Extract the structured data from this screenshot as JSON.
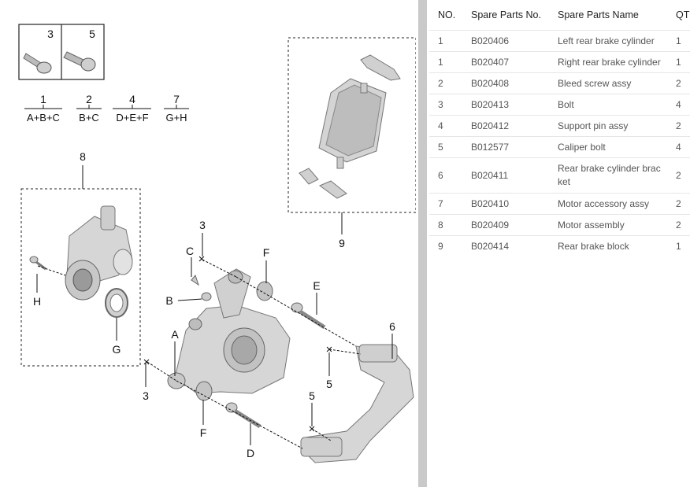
{
  "diagram": {
    "callouts": {
      "inset_3": "3",
      "inset_5": "5",
      "n1": "1",
      "n2": "2",
      "n4": "4",
      "n7": "7",
      "n8": "8",
      "n9": "9",
      "n6": "6",
      "c3a": "3",
      "c3b": "3",
      "c5a": "5",
      "c5b": "5",
      "A": "A",
      "B": "B",
      "C": "C",
      "D": "D",
      "E": "E",
      "Fa": "F",
      "Fb": "F",
      "G": "G",
      "H": "H"
    },
    "formulas": {
      "f1": "A+B+C",
      "f2": "B+C",
      "f4": "D+E+F",
      "f7": "G+H"
    },
    "colors": {
      "part_fill": "#d4d4d4",
      "part_stroke": "#7a7a7a",
      "line": "#111111"
    }
  },
  "parts_table": {
    "headers": [
      "NO.",
      "Spare Parts No.",
      "Spare Parts Name",
      "QTY"
    ],
    "rows": [
      {
        "no": "1",
        "part_no": "B020406",
        "name": "Left rear brake cylinder",
        "qty": "1"
      },
      {
        "no": "1",
        "part_no": "B020407",
        "name": "Right rear brake cylinder",
        "qty": "1"
      },
      {
        "no": "2",
        "part_no": "B020408",
        "name": "Bleed screw assy",
        "qty": "2"
      },
      {
        "no": "3",
        "part_no": "B020413",
        "name": "Bolt",
        "qty": "4"
      },
      {
        "no": "4",
        "part_no": "B020412",
        "name": "Support pin assy",
        "qty": "2"
      },
      {
        "no": "5",
        "part_no": "B012577",
        "name": "Caliper bolt",
        "qty": "4"
      },
      {
        "no": "6",
        "part_no": "B020411",
        "name": "Rear brake cylinder bracket",
        "qty": "2"
      },
      {
        "no": "7",
        "part_no": "B020410",
        "name": "Motor accessory assy",
        "qty": "2"
      },
      {
        "no": "8",
        "part_no": "B020409",
        "name": "Motor assembly",
        "qty": "2"
      },
      {
        "no": "9",
        "part_no": "B020414",
        "name": "Rear brake block",
        "qty": "1"
      }
    ]
  }
}
